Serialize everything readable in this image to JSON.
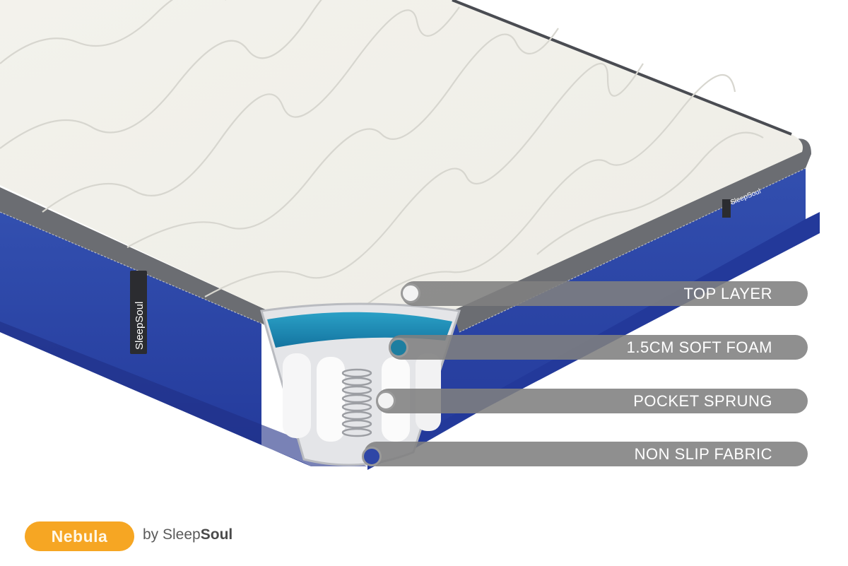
{
  "product": {
    "name": "Nebula",
    "by_prefix": "by Sleep",
    "by_brand_suffix": "Soul",
    "tag_text": "SleepSoul"
  },
  "layers": [
    {
      "label": "TOP LAYER",
      "dot": "white"
    },
    {
      "label": "1.5CM SOFT FOAM",
      "dot": "teal"
    },
    {
      "label": "POCKET SPRUNG",
      "dot": "white"
    },
    {
      "label": "NON SLIP FABRIC",
      "dot": "blue"
    }
  ],
  "colors": {
    "badge": "#f6a623",
    "label_bar": "#808080",
    "mattress_top": "#f1f0ea",
    "mattress_side": "#2e46a6",
    "border_tape": "#6a6c70",
    "foam": "#1d86ab"
  }
}
